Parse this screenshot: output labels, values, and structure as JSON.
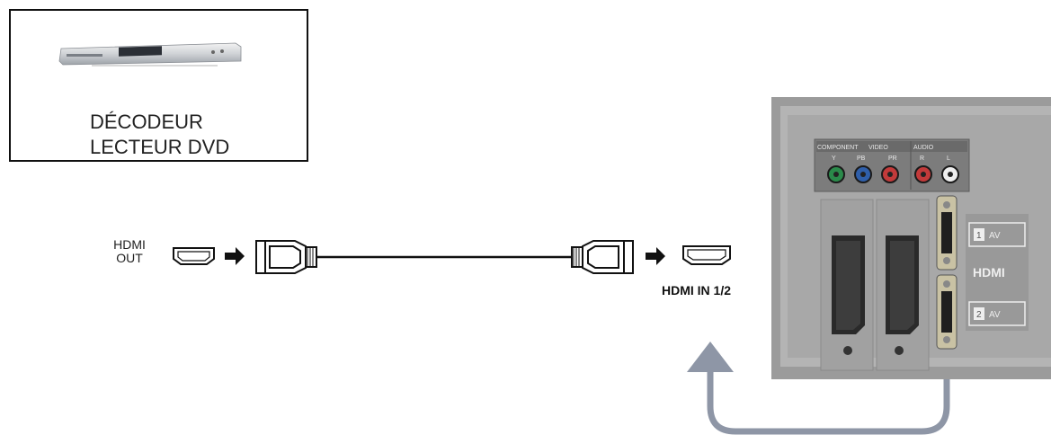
{
  "source_device": {
    "label_line1": "DÉCODEUR",
    "label_line2": "LECTEUR DVD"
  },
  "hdmi_out": {
    "label_line1": "HDMI",
    "label_line2": "OUT"
  },
  "hdmi_in": {
    "label": "HDMI IN 1/2"
  },
  "tv_panel": {
    "component_label": "COMPONENT",
    "video_label": "VIDEO",
    "audio_label": "AUDIO",
    "jack_y": "Y",
    "jack_pb": "PB",
    "jack_pr": "PR",
    "jack_r": "R",
    "jack_l": "L",
    "hdmi1_label": "AV",
    "hdmi1_number": "1",
    "hdmi2_label": "AV",
    "hdmi2_number": "2",
    "hdmi_logo": "HDMI"
  },
  "colors": {
    "arrow": "#8e96a6",
    "panel": "#9a9a9a"
  }
}
